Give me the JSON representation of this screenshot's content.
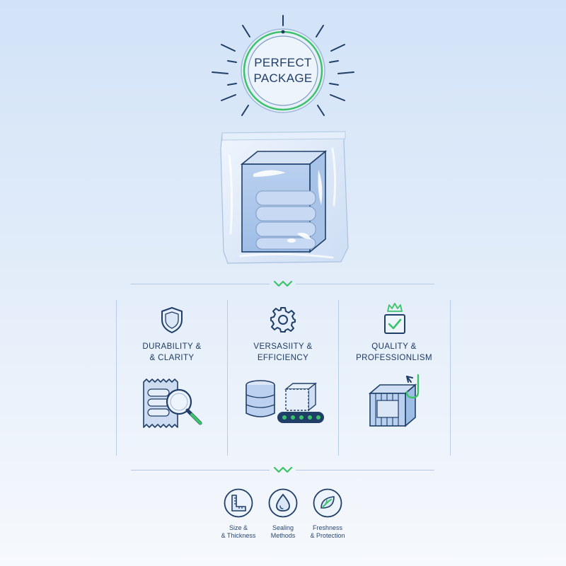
{
  "badge": {
    "line1": "PERFECT",
    "line2": "PACKAGE"
  },
  "features": [
    {
      "line1": "DURABILITY &",
      "line2": "& CLARITY",
      "title_icon": "shield-icon",
      "illustration": "bag-magnifier-icon"
    },
    {
      "line1": "VERSASIITY &",
      "line2": "EFFICIENCY",
      "title_icon": "gear-icon",
      "illustration": "roll-conveyor-icon"
    },
    {
      "line1": "QUALITY &",
      "line2": "PROFESSIONLISM",
      "title_icon": "crown-checkbox-icon",
      "illustration": "wrapped-box-icon"
    }
  ],
  "options": [
    {
      "line1": "Size &",
      "line2": "& Thickness",
      "icon": "ruler-square-icon"
    },
    {
      "line1": "Sealing",
      "line2": "Methods",
      "icon": "water-drop-icon"
    },
    {
      "line1": "Freshness",
      "line2": "& Protection",
      "icon": "leaf-icon"
    }
  ],
  "colors": {
    "navy": "#1f3e68",
    "green": "#3cc36a",
    "line": "#b5c9e6"
  }
}
